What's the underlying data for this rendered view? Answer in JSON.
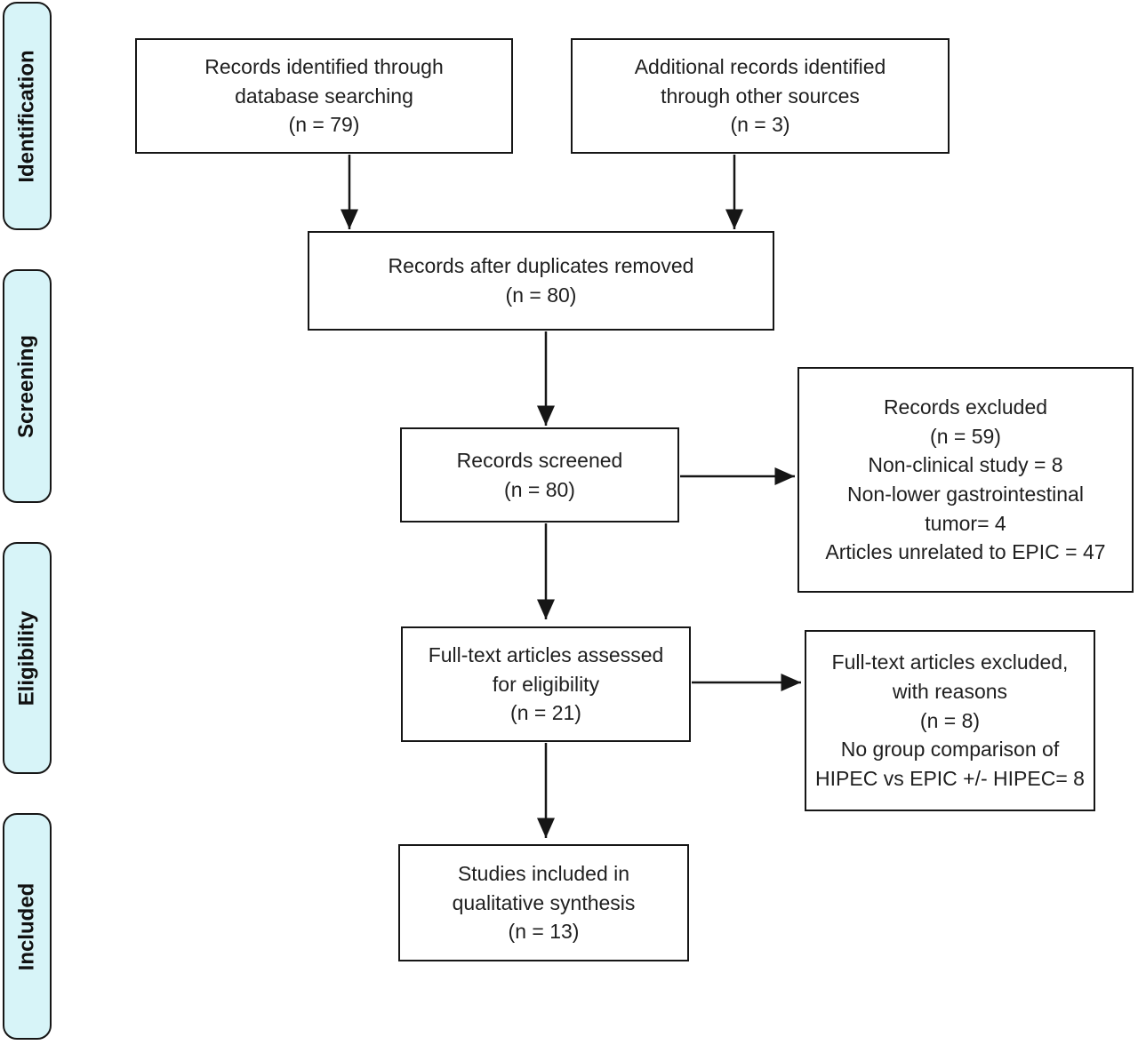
{
  "stages": [
    {
      "label": "Identification"
    },
    {
      "label": "Screening"
    },
    {
      "label": "Eligibility"
    },
    {
      "label": "Included"
    }
  ],
  "boxes": {
    "identified": "Records identified through\ndatabase searching\n(n = 79)",
    "additional": "Additional records identified\nthrough other sources\n(n = 3)",
    "duplicates_removed": "Records after duplicates removed\n(n = 80)",
    "screened": "Records screened\n(n = 80)",
    "records_excluded": "Records excluded\n(n = 59)\nNon-clinical study = 8\nNon-lower gastrointestinal\ntumor= 4\nArticles unrelated to EPIC = 47",
    "fulltext_assessed": "Full-text articles assessed\nfor eligibility\n(n = 21)",
    "fulltext_excluded": "Full-text articles excluded,\nwith reasons\n(n = 8)\nNo group comparison of\nHIPEC vs EPIC +/- HIPEC= 8",
    "included_studies": "Studies included in\nqualitative synthesis\n(n = 13)"
  },
  "colors": {
    "stage_fill": "#d7f4f8",
    "line": "#161616",
    "text": "#1f1f1f",
    "box_fill": "#ffffff"
  }
}
